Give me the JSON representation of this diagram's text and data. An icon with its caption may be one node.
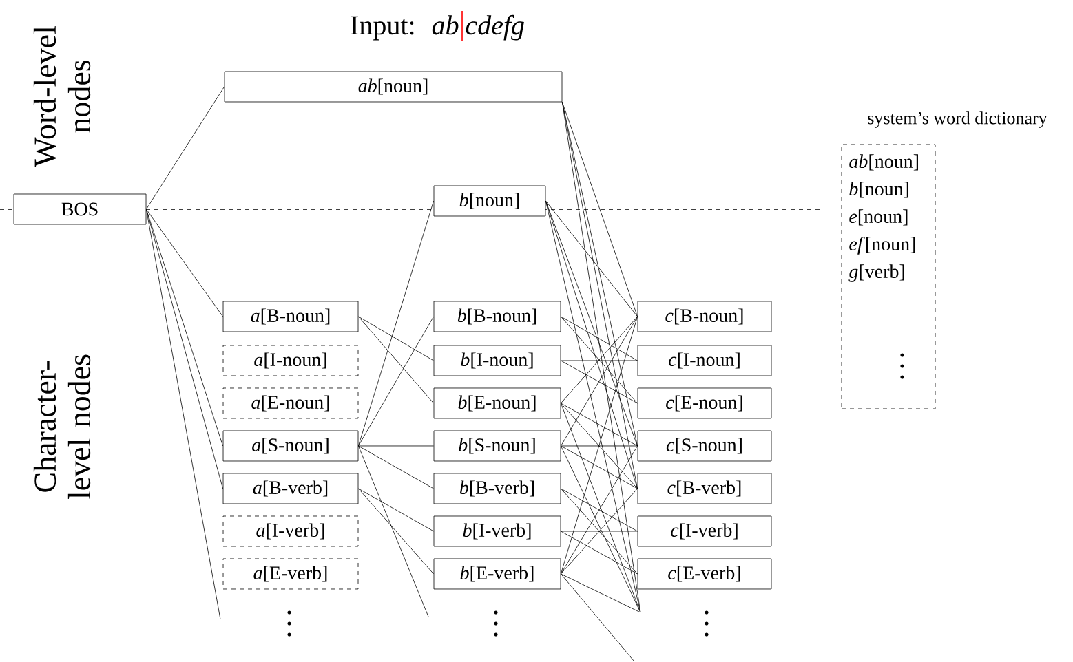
{
  "diagram": {
    "title": "Input:",
    "nodes": [
      {
        "text": [
          "BOS"
        ]
      },
      {
        "text": [
          "*ab*[noun]"
        ]
      },
      {
        "text": [
          "*b*[noun]"
        ]
      },
      {
        "text": [
          "*a*[B-noun]"
        ]
      },
      {
        "text": [
          "*a*[I-noun]"
        ]
      },
      {
        "text": [
          "*a*[E-noun]"
        ]
      },
      {
        "text": [
          "*a*[S-noun]"
        ]
      },
      {
        "text": [
          "*a*[B-verb]"
        ]
      },
      {
        "text": [
          "*a*[I-verb]"
        ]
      },
      {
        "text": [
          "*a*[E-verb]"
        ]
      },
      {
        "text": [
          "*b*[B-noun]"
        ]
      },
      {
        "text": [
          "*b*[I-noun]"
        ]
      },
      {
        "text": [
          "*b*[E-noun]"
        ]
      },
      {
        "text": [
          "*b*[S-noun]"
        ]
      },
      {
        "text": [
          "*b*[B-verb]"
        ]
      },
      {
        "text": [
          "*b*[I-verb]"
        ]
      },
      {
        "text": [
          "*b*[E-verb]"
        ]
      },
      {
        "text": [
          "*c*[B-noun]"
        ]
      },
      {
        "text": [
          "*c*[I-noun]"
        ]
      },
      {
        "text": [
          "*c*[E-noun]"
        ]
      },
      {
        "text": [
          "*c*[S-noun]"
        ]
      },
      {
        "text": [
          "*c*[B-verb]"
        ]
      },
      {
        "text": [
          "*c*[I-verb]"
        ]
      },
      {
        "text": [
          "*c*[E-verb]"
        ]
      },
      {
        "text": [
          "system’s word dictionary",
          "*ab*[noun]",
          "*b*[noun]",
          "*e*[noun]",
          "*ef*[noun]",
          "*g*[verb]"
        ]
      }
    ],
    "edges": [
      {
        "from": 0,
        "to": 1,
        "arrow": "none"
      },
      {
        "from": 0,
        "to": 3,
        "arrow": "none"
      },
      {
        "from": 0,
        "to": 6,
        "arrow": "none"
      },
      {
        "from": 0,
        "to": 7,
        "arrow": "none"
      },
      {
        "from": 0,
        "to": null,
        "arrow": "none"
      },
      {
        "from": 3,
        "to": 11,
        "arrow": "none"
      },
      {
        "from": 3,
        "to": 12,
        "arrow": "none"
      },
      {
        "from": 6,
        "to": 2,
        "arrow": "none"
      },
      {
        "from": 6,
        "to": 10,
        "arrow": "none"
      },
      {
        "from": 6,
        "to": 13,
        "arrow": "none"
      },
      {
        "from": 6,
        "to": 14,
        "arrow": "none"
      },
      {
        "from": 6,
        "to": null,
        "arrow": "none"
      },
      {
        "from": 7,
        "to": 15,
        "arrow": "none"
      },
      {
        "from": 7,
        "to": 16,
        "arrow": "none"
      },
      {
        "from": 1,
        "to": 17,
        "arrow": "none"
      },
      {
        "from": 1,
        "to": 20,
        "arrow": "none"
      },
      {
        "from": 1,
        "to": 21,
        "arrow": "none"
      },
      {
        "from": 1,
        "to": null,
        "arrow": "none"
      },
      {
        "from": 2,
        "to": 17,
        "arrow": "none"
      },
      {
        "from": 2,
        "to": 20,
        "arrow": "none"
      },
      {
        "from": 2,
        "to": 21,
        "arrow": "none"
      },
      {
        "from": 2,
        "to": null,
        "arrow": "none"
      },
      {
        "from": 10,
        "to": 18,
        "arrow": "none"
      },
      {
        "from": 10,
        "to": 19,
        "arrow": "none"
      },
      {
        "from": 11,
        "to": 18,
        "arrow": "none"
      },
      {
        "from": 11,
        "to": 19,
        "arrow": "none"
      },
      {
        "from": 12,
        "to": 17,
        "arrow": "none"
      },
      {
        "from": 12,
        "to": 20,
        "arrow": "none"
      },
      {
        "from": 12,
        "to": 21,
        "arrow": "none"
      },
      {
        "from": 12,
        "to": null,
        "arrow": "none"
      },
      {
        "from": 13,
        "to": 17,
        "arrow": "none"
      },
      {
        "from": 13,
        "to": 20,
        "arrow": "none"
      },
      {
        "from": 13,
        "to": 21,
        "arrow": "none"
      },
      {
        "from": 13,
        "to": null,
        "arrow": "none"
      },
      {
        "from": 14,
        "to": 22,
        "arrow": "none"
      },
      {
        "from": 14,
        "to": 23,
        "arrow": "none"
      },
      {
        "from": 15,
        "to": 22,
        "arrow": "none"
      },
      {
        "from": 15,
        "to": 23,
        "arrow": "none"
      },
      {
        "from": 16,
        "to": 17,
        "arrow": "none"
      },
      {
        "from": 16,
        "to": 20,
        "arrow": "none"
      },
      {
        "from": 16,
        "to": 21,
        "arrow": "none"
      },
      {
        "from": 16,
        "to": null,
        "arrow": "none"
      },
      {
        "from": 16,
        "to": null,
        "arrow": "none"
      }
    ],
    "labels": [
      "ab",
      "cdefg",
      "Word-level nodes",
      "Character-level nodes"
    ]
  }
}
